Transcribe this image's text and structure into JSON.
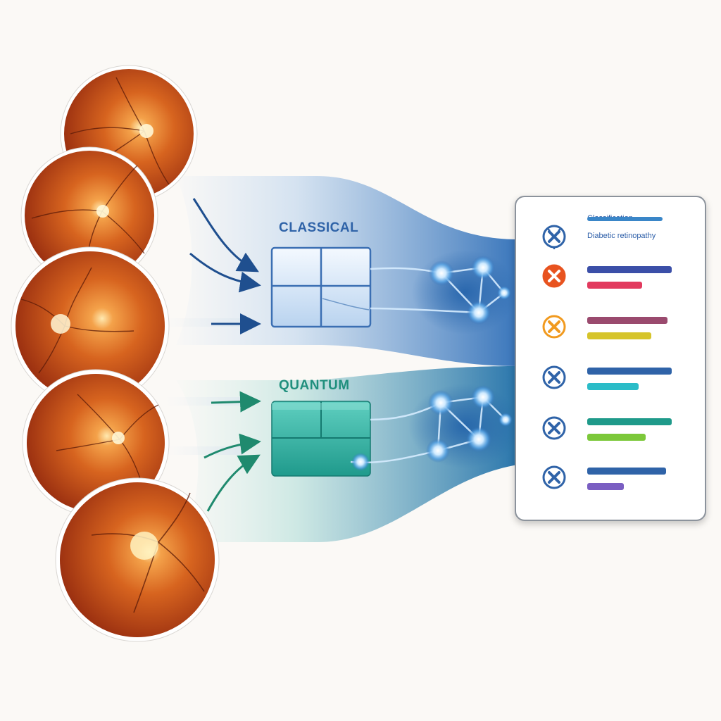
{
  "labels": {
    "classical": "CLASSICAL",
    "quantum": "QUANTUM"
  },
  "colors": {
    "classical": "#2f63a8",
    "quantum": "#1f8f7d",
    "fundus": "#c94a16",
    "background": "#fbf9f6"
  },
  "results": {
    "rows": [
      {
        "icon": "blue-x-icon",
        "icon_color": "#2f63a8",
        "text_1": "Classification",
        "text_2": "Diabetic retinopathy",
        "bar_1_color": "#3a86c8",
        "bar_2_color": null,
        "bar_1_level": 0.82,
        "bar_2_level": null
      },
      {
        "icon": "red-x-icon",
        "icon_color": "#e8531f",
        "text_1": null,
        "text_2": null,
        "bar_1_color": "#3b4fa8",
        "bar_2_color": "#e23a5e",
        "bar_1_level": 0.92,
        "bar_2_level": 0.6
      },
      {
        "icon": "orange-x-icon",
        "icon_color": "#f19a1f",
        "text_1": null,
        "text_2": null,
        "bar_1_color": "#9a4a6e",
        "bar_2_color": "#d6c42a",
        "bar_1_level": 0.88,
        "bar_2_level": 0.7
      },
      {
        "icon": "blue-x-icon",
        "icon_color": "#2f63a8",
        "text_1": null,
        "text_2": null,
        "bar_1_color": "#2f63a8",
        "bar_2_color": "#2bbcc8",
        "bar_1_level": 0.92,
        "bar_2_level": 0.56
      },
      {
        "icon": "blue-x-icon",
        "icon_color": "#2f63a8",
        "text_1": null,
        "text_2": null,
        "bar_1_color": "#1f9a8a",
        "bar_2_color": "#7cc83a",
        "bar_1_level": 0.92,
        "bar_2_level": 0.64
      },
      {
        "icon": "blue-x-icon",
        "icon_color": "#2f63a8",
        "text_1": null,
        "text_2": null,
        "bar_1_color": "#2f63a8",
        "bar_2_color": "#7a5ec2",
        "bar_1_level": 0.86,
        "bar_2_level": 0.4
      }
    ]
  }
}
